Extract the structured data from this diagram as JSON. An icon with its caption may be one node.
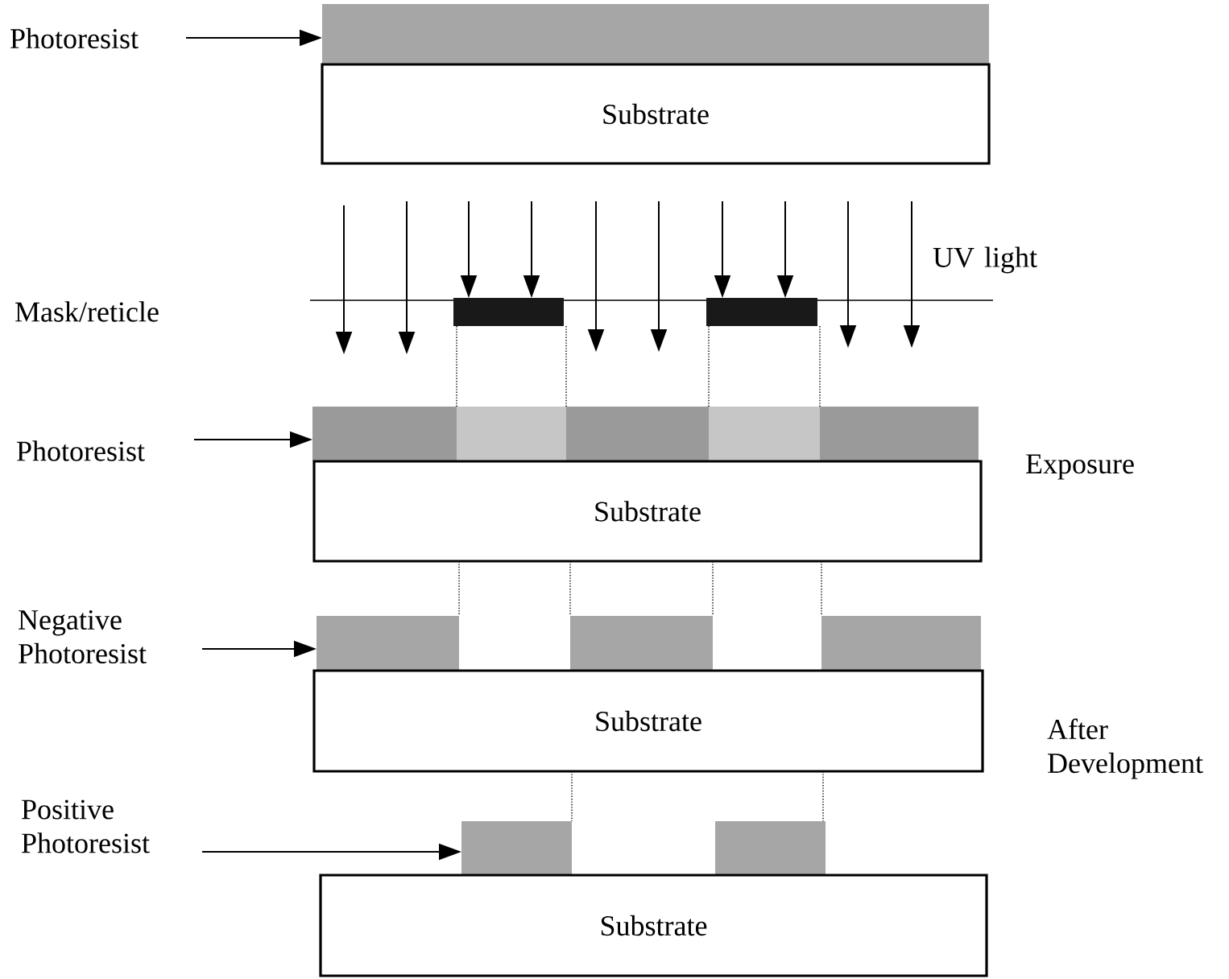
{
  "diagram": {
    "nodes": [
      {
        "text": [
          "Photoresist"
        ]
      },
      {
        "text": [],
        "shape": "bar"
      },
      {
        "text": [
          "Substrate"
        ]
      },
      {
        "text": [
          "Photoresist"
        ]
      },
      {
        "text": [],
        "shape": "bar"
      },
      {
        "text": [
          "Substrate"
        ]
      },
      {
        "text": [
          "Negative Photoresist"
        ]
      },
      {
        "text": [],
        "shape": "bar"
      },
      {
        "text": [],
        "shape": "bar"
      },
      {
        "text": [],
        "shape": "bar"
      },
      {
        "text": [
          "Substrate"
        ]
      },
      {
        "text": [
          "Positive Photoresist"
        ]
      },
      {
        "text": [],
        "shape": "bar"
      },
      {
        "text": [],
        "shape": "bar"
      },
      {
        "text": [
          "Substrate"
        ]
      }
    ],
    "edges": [
      {
        "from": 0,
        "to": 1,
        "arrow": "to"
      },
      {
        "from": 3,
        "to": 4,
        "arrow": "to"
      },
      {
        "from": 6,
        "to": 7,
        "arrow": "to"
      },
      {
        "from": 11,
        "to": 12,
        "arrow": "to"
      }
    ],
    "labels": [
      "UV light",
      "Mask/reticle",
      "Exposure",
      "After Development"
    ]
  }
}
